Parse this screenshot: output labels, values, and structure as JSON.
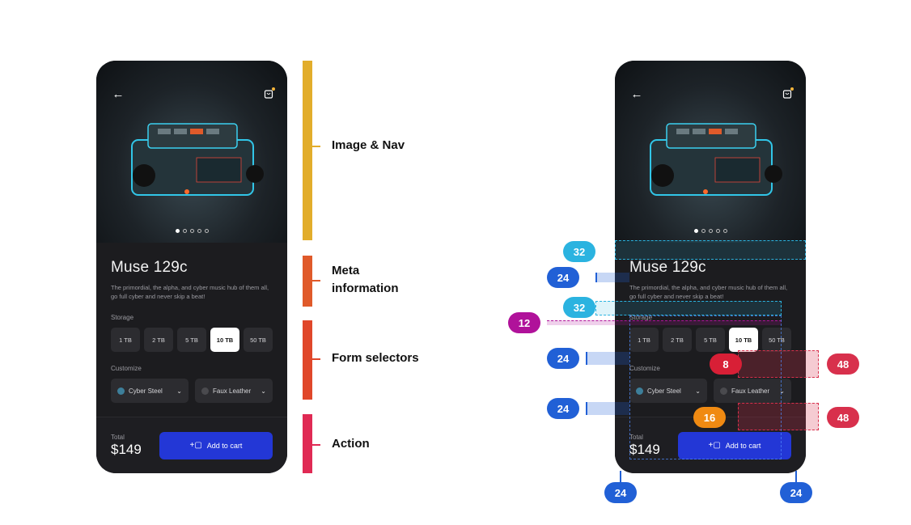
{
  "product": {
    "title": "Muse 129c",
    "description": "The primordial, the alpha, and cyber music hub of them all, go full cyber and never skip a beat!",
    "storage_label": "Storage",
    "storage_options": [
      "1 TB",
      "2 TB",
      "5 TB",
      "10 TB",
      "50 TB"
    ],
    "selected_storage": "10 TB",
    "customize_label": "Customize",
    "customize_options": [
      {
        "label": "Cyber Steel",
        "swatch": "#3d7f9a"
      },
      {
        "label": "Faux Leather",
        "swatch": "#4a4a4e"
      }
    ],
    "total_label": "Total",
    "price": "$149",
    "cta_label": "Add to cart",
    "carousel": {
      "pages": 5,
      "active": 1
    }
  },
  "sections": [
    {
      "label": "Image & Nav",
      "color": "#e2ad2b"
    },
    {
      "label": "Meta information",
      "color": "#e05a2a"
    },
    {
      "label": "Form selectors",
      "color": "#e0472a"
    },
    {
      "label": "Action",
      "color": "#e02a54"
    }
  ],
  "spacing_annotations": [
    {
      "value": "32",
      "color": "#2bb3e0"
    },
    {
      "value": "24",
      "color": "#2160d6"
    },
    {
      "value": "32",
      "color": "#2bb3e0"
    },
    {
      "value": "12",
      "color": "#b0129a"
    },
    {
      "value": "24",
      "color": "#2160d6"
    },
    {
      "value": "8",
      "color": "#d81f36"
    },
    {
      "value": "48",
      "color": "#d8304c"
    },
    {
      "value": "24",
      "color": "#2160d6"
    },
    {
      "value": "16",
      "color": "#f08a12"
    },
    {
      "value": "48",
      "color": "#d8304c"
    },
    {
      "value": "24",
      "color": "#2160d6"
    },
    {
      "value": "24",
      "color": "#2160d6"
    }
  ]
}
